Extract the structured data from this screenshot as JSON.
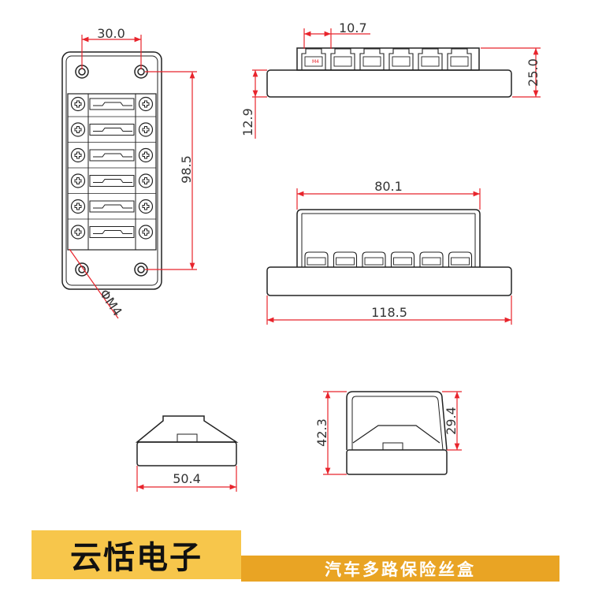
{
  "colors": {
    "outline": "#222222",
    "dimension": "#e8242c",
    "banner_yellow": "#f7c64b",
    "banner_orange": "#e9a424"
  },
  "dimensions": {
    "top_hole_spacing": "30.0",
    "total_height": "98.5",
    "hole_diameter": "ΦM4",
    "terminal_pitch": "10.7",
    "side_height": "25.0",
    "base_thickness": "12.9",
    "cover_width": "80.1",
    "total_width": "118.5",
    "end_width": "50.4",
    "end_height_total": "42.3",
    "cover_height": "29.4"
  },
  "labels": {
    "small_mark": "M4"
  },
  "banner": {
    "company": "云恬电子",
    "product": "汽车多路保险丝盒"
  }
}
